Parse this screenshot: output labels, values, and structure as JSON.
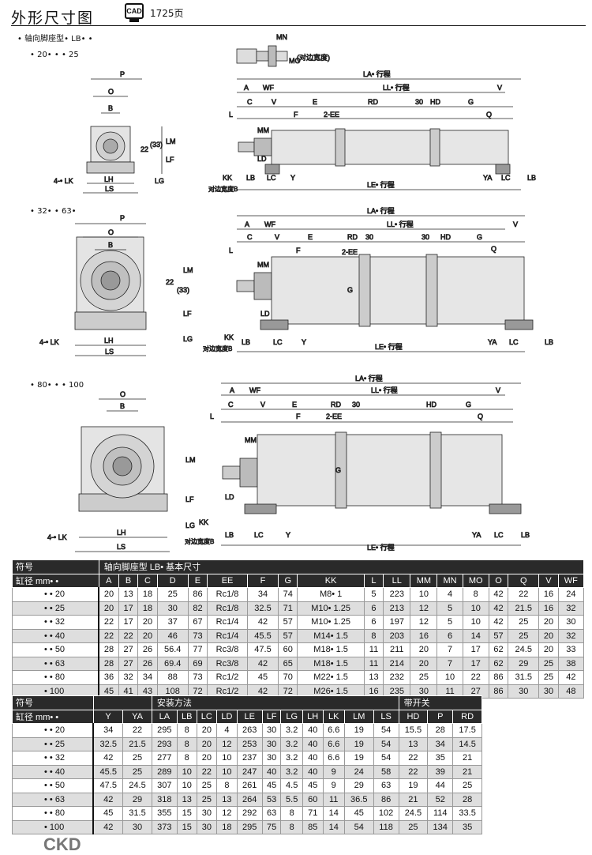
{
  "header": {
    "title": "外形尺寸图",
    "cad": "CAD",
    "cad_page": "1725页"
  },
  "section": {
    "type_label": "• 轴向脚座型• LB• •",
    "size1": "• 20• • • 25",
    "size2": "• 32• • 63•",
    "size3": "• 80• • • 100"
  },
  "dims": {
    "A": "A",
    "WF": "WF",
    "C": "C",
    "V": "V",
    "E": "E",
    "RD": "RD",
    "n30": "30",
    "HD": "HD",
    "G": "G",
    "Q": "Q",
    "F": "F",
    "EE": "2-EE",
    "L": "L",
    "MM": "MM",
    "LD": "LD",
    "KK": "KK",
    "across": "对边宽度B",
    "LB": "LB",
    "LC": "LC",
    "Y": "Y",
    "YA": "YA",
    "LE": "LE• 行程",
    "LA": "LA• 行程",
    "LL": "LL• 行程",
    "P": "P",
    "O": "O",
    "B": "B",
    "LM": "LM",
    "LF": "LF",
    "LG": "LG",
    "LH": "LH",
    "LS": "LS",
    "LK": "4-• LK",
    "n22": "22",
    "n33": "(33)",
    "MN": "MN",
    "MO": "MO",
    "mo_note": "(对边宽度)",
    "Gc": "G"
  },
  "table1": {
    "h_symbol": "符号",
    "h_bore": "缸径 mm• •",
    "h_group": "轴向脚座型 LB• 基本尺寸",
    "columns": [
      "A",
      "B",
      "C",
      "D",
      "E",
      "EE",
      "F",
      "G",
      "KK",
      "L",
      "LL",
      "MM",
      "MN",
      "MO",
      "O",
      "Q",
      "V",
      "WF"
    ],
    "rows": [
      [
        "• • 20",
        "20",
        "13",
        "18",
        "25",
        "86",
        "Rc1/8",
        "34",
        "74",
        "M8• 1",
        "5",
        "223",
        "10",
        "4",
        "8",
        "42",
        "22",
        "16",
        "24"
      ],
      [
        "• • 25",
        "20",
        "17",
        "18",
        "30",
        "82",
        "Rc1/8",
        "32.5",
        "71",
        "M10• 1.25",
        "6",
        "213",
        "12",
        "5",
        "10",
        "42",
        "21.5",
        "16",
        "32"
      ],
      [
        "• • 32",
        "22",
        "17",
        "20",
        "37",
        "67",
        "Rc1/4",
        "42",
        "57",
        "M10• 1.25",
        "6",
        "197",
        "12",
        "5",
        "10",
        "42",
        "25",
        "20",
        "30"
      ],
      [
        "• • 40",
        "22",
        "22",
        "20",
        "46",
        "73",
        "Rc1/4",
        "45.5",
        "57",
        "M14• 1.5",
        "8",
        "203",
        "16",
        "6",
        "14",
        "57",
        "25",
        "20",
        "32"
      ],
      [
        "• • 50",
        "28",
        "27",
        "26",
        "56.4",
        "77",
        "Rc3/8",
        "47.5",
        "60",
        "M18• 1.5",
        "11",
        "211",
        "20",
        "7",
        "17",
        "62",
        "24.5",
        "20",
        "33"
      ],
      [
        "• • 63",
        "28",
        "27",
        "26",
        "69.4",
        "69",
        "Rc3/8",
        "42",
        "65",
        "M18• 1.5",
        "11",
        "214",
        "20",
        "7",
        "17",
        "62",
        "29",
        "25",
        "38"
      ],
      [
        "• • 80",
        "36",
        "32",
        "34",
        "88",
        "73",
        "Rc1/2",
        "45",
        "70",
        "M22• 1.5",
        "13",
        "232",
        "25",
        "10",
        "22",
        "86",
        "31.5",
        "25",
        "42"
      ],
      [
        "• 100",
        "45",
        "41",
        "43",
        "108",
        "72",
        "Rc1/2",
        "42",
        "72",
        "M26• 1.5",
        "16",
        "235",
        "30",
        "11",
        "27",
        "86",
        "30",
        "30",
        "48"
      ]
    ]
  },
  "table2": {
    "h_symbol": "符号",
    "h_bore": "缸径 mm• •",
    "h_mount": "安装方法",
    "h_switch": "带开关",
    "columns": [
      "Y",
      "YA",
      "LA",
      "LB",
      "LC",
      "LD",
      "LE",
      "LF",
      "LG",
      "LH",
      "LK",
      "LM",
      "LS",
      "HD",
      "P",
      "RD"
    ],
    "rows": [
      [
        "• • 20",
        "34",
        "22",
        "295",
        "8",
        "20",
        "4",
        "263",
        "30",
        "3.2",
        "40",
        "6.6",
        "19",
        "54",
        "15.5",
        "28",
        "17.5"
      ],
      [
        "• • 25",
        "32.5",
        "21.5",
        "293",
        "8",
        "20",
        "12",
        "253",
        "30",
        "3.2",
        "40",
        "6.6",
        "19",
        "54",
        "13",
        "34",
        "14.5"
      ],
      [
        "• • 32",
        "42",
        "25",
        "277",
        "8",
        "20",
        "10",
        "237",
        "30",
        "3.2",
        "40",
        "6.6",
        "19",
        "54",
        "22",
        "35",
        "21"
      ],
      [
        "• • 40",
        "45.5",
        "25",
        "289",
        "10",
        "22",
        "10",
        "247",
        "40",
        "3.2",
        "40",
        "9",
        "24",
        "58",
        "22",
        "39",
        "21"
      ],
      [
        "• • 50",
        "47.5",
        "24.5",
        "307",
        "10",
        "25",
        "8",
        "261",
        "45",
        "4.5",
        "45",
        "9",
        "29",
        "63",
        "19",
        "44",
        "25"
      ],
      [
        "• • 63",
        "42",
        "29",
        "318",
        "13",
        "25",
        "13",
        "264",
        "53",
        "5.5",
        "60",
        "11",
        "36.5",
        "86",
        "21",
        "52",
        "28"
      ],
      [
        "• • 80",
        "45",
        "31.5",
        "355",
        "15",
        "30",
        "12",
        "292",
        "63",
        "8",
        "71",
        "14",
        "45",
        "102",
        "24.5",
        "114",
        "33.5"
      ],
      [
        "• 100",
        "42",
        "30",
        "373",
        "15",
        "30",
        "18",
        "295",
        "75",
        "8",
        "85",
        "14",
        "54",
        "118",
        "25",
        "134",
        "35"
      ]
    ]
  },
  "footer": {
    "brand": "CKD"
  }
}
